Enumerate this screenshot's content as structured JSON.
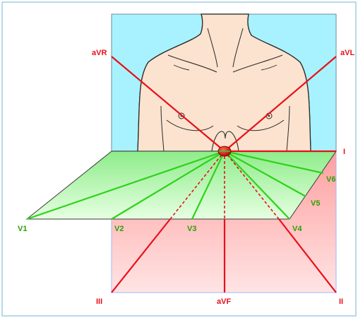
{
  "diagram": {
    "limb_leads": [
      {
        "key": "aVR",
        "label": "aVR"
      },
      {
        "key": "aVL",
        "label": "aVL"
      },
      {
        "key": "I",
        "label": "I"
      },
      {
        "key": "II",
        "label": "II"
      },
      {
        "key": "III",
        "label": "III"
      },
      {
        "key": "aVF",
        "label": "aVF"
      }
    ],
    "precordial_leads": [
      {
        "key": "V1",
        "label": "V1"
      },
      {
        "key": "V2",
        "label": "V2"
      },
      {
        "key": "V3",
        "label": "V3"
      },
      {
        "key": "V4",
        "label": "V4"
      },
      {
        "key": "V5",
        "label": "V5"
      },
      {
        "key": "V6",
        "label": "V6"
      }
    ],
    "colors": {
      "frame_border": "#9fcde0",
      "frontal_plane_top": "#a8f2ff",
      "frontal_plane_bottom": "#ffb8b8",
      "horizontal_plane": "#b2f2b0",
      "limb_lead_line": "#e8101a",
      "precordial_lead_line": "#2fd21a",
      "skin": "#fbe3cf",
      "heart": "#e00000"
    }
  }
}
